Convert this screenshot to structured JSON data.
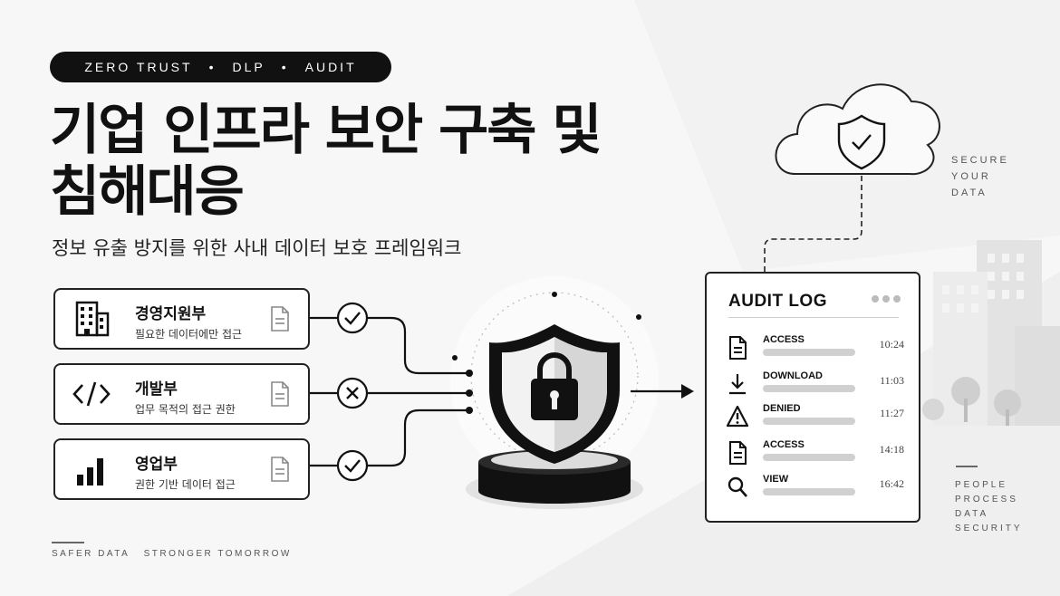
{
  "tag": {
    "items": [
      "ZERO TRUST",
      "DLP",
      "AUDIT"
    ],
    "separator": "•"
  },
  "title": {
    "line1": "기업 인프라 보안 구축 및",
    "line2": "침해대응"
  },
  "subtitle": "정보 유출 방지를 위한 사내 데이터 보호 프레임워크",
  "departments": [
    {
      "name": "경영지원부",
      "desc": "필요한 데이터에만 접근",
      "icon": "building-icon",
      "status": "allowed"
    },
    {
      "name": "개발부",
      "desc": "업무 목적의 접근 권한",
      "icon": "code-icon",
      "status": "denied"
    },
    {
      "name": "영업부",
      "desc": "권한 기반 데이터 접근",
      "icon": "bar-chart-icon",
      "status": "allowed"
    }
  ],
  "cloud_text": [
    "SECURE",
    "YOUR",
    "DATA"
  ],
  "audit_log": {
    "title": "AUDIT LOG",
    "rows": [
      {
        "icon": "document-icon",
        "label": "ACCESS",
        "time": "10:24"
      },
      {
        "icon": "download-icon",
        "label": "DOWNLOAD",
        "time": "11:03"
      },
      {
        "icon": "warning-icon",
        "label": "DENIED",
        "time": "11:27"
      },
      {
        "icon": "document-icon",
        "label": "ACCESS",
        "time": "14:18"
      },
      {
        "icon": "search-icon",
        "label": "VIEW",
        "time": "16:42"
      }
    ]
  },
  "right_text": [
    "PEOPLE",
    "PROCESS",
    "DATA",
    "SECURITY"
  ],
  "footer": "SAFER DATA   STRONGER TOMORROW",
  "colors": {
    "ink": "#111111",
    "background": "#f7f7f7",
    "muted": "#d0d0d0"
  }
}
